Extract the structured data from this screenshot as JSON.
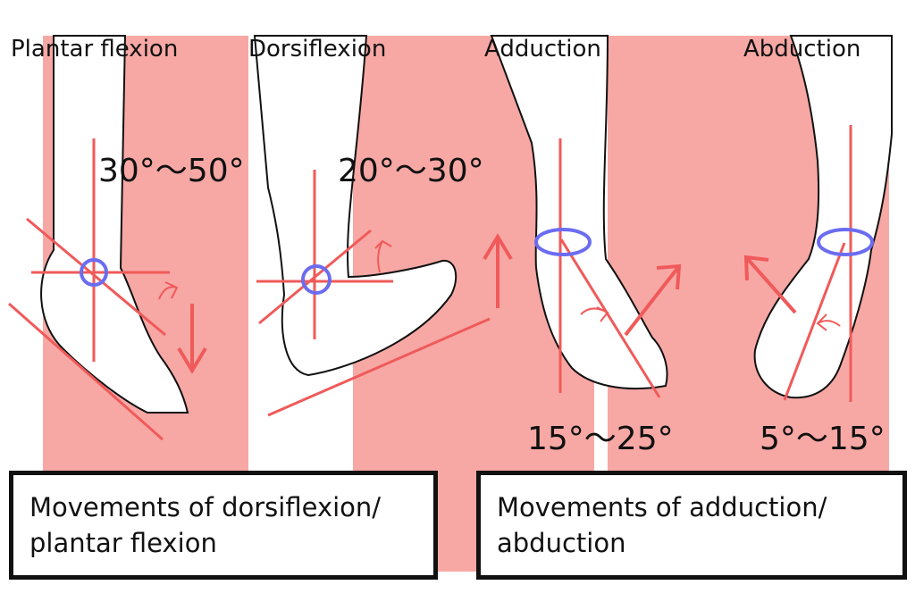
{
  "titles": {
    "plantar_flexion": "Plantar flexion",
    "dorsiflexion": "Dorsiflexion",
    "adduction": "Adduction",
    "abduction": "Abduction"
  },
  "angles": {
    "plantar_flexion": "30°〜50°",
    "dorsiflexion": "20°〜30°",
    "adduction": "15°〜25°",
    "abduction": "5°〜15°"
  },
  "captions": {
    "left_line1": "Movements of dorsiflexion/",
    "left_line2": "plantar flexion",
    "right_line1": "Movements of adduction/",
    "right_line2": "abduction"
  },
  "colors": {
    "background_band": "#f7a8a4",
    "guide_line": "#f05a5a",
    "joint_ring": "#6b6cf0",
    "outline": "#111111",
    "caption_border": "#111111"
  }
}
